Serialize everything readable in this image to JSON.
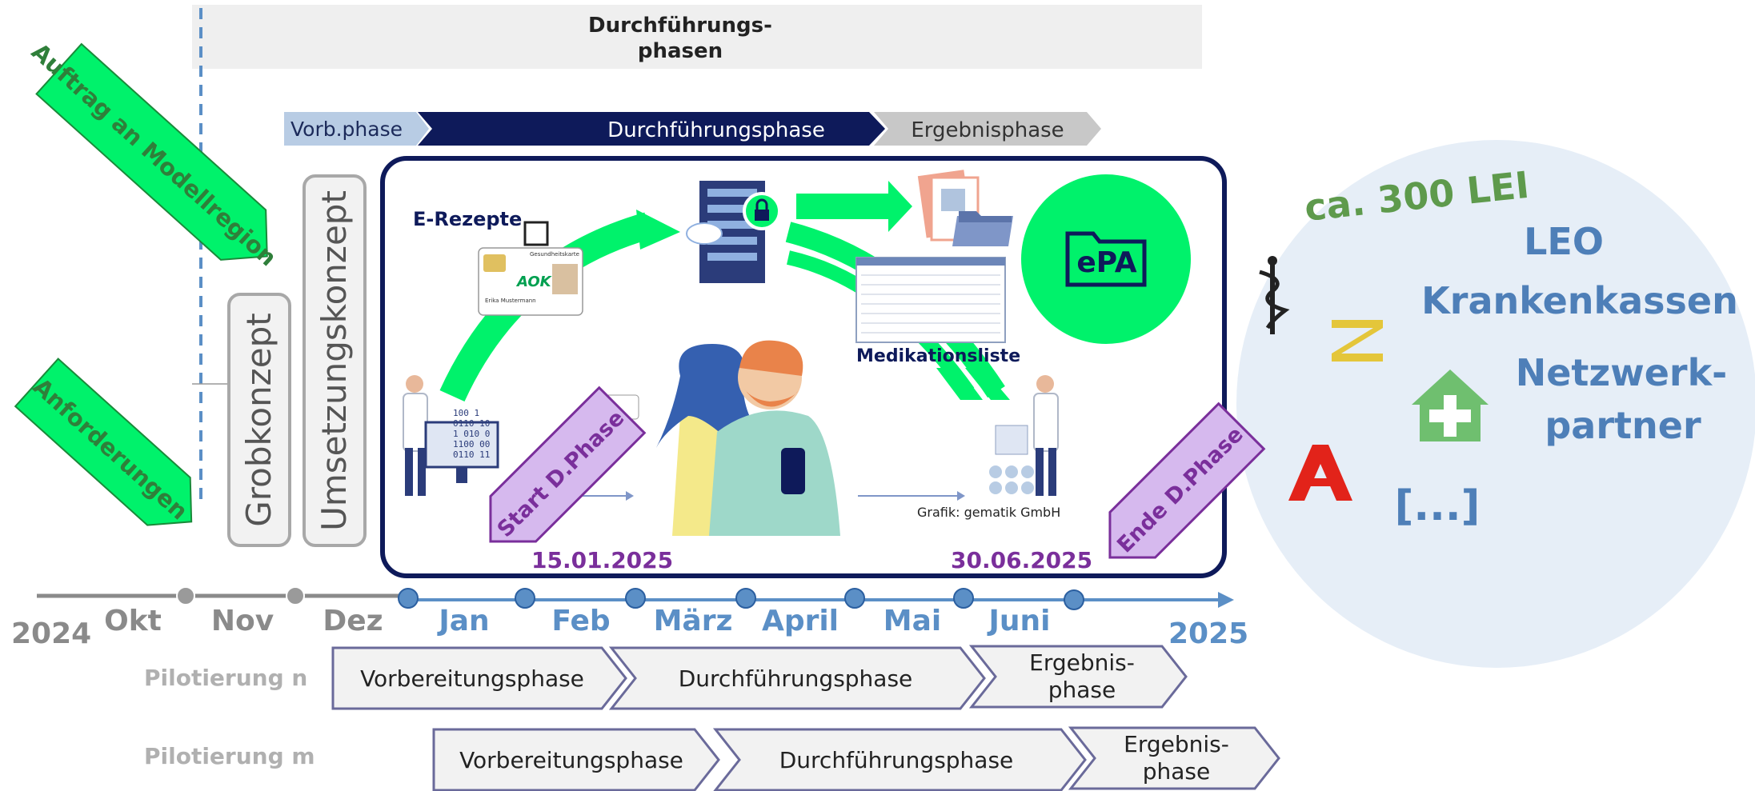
{
  "header": {
    "title_line1": "Durchführungs-",
    "title_line2": "phasen"
  },
  "top_phases": {
    "vorb": "Vorb.phase",
    "durch": "Durchführungsphase",
    "ergebnis": "Ergebnisphase"
  },
  "left_flags": {
    "auftrag": "Auftrag an Modellregion",
    "anforderungen": "Anforderungen"
  },
  "concept_boxes": {
    "grob": "Grobkonzept",
    "umsetzung": "Umsetzungskonzept"
  },
  "graphic": {
    "erezepte": "E-Rezepte",
    "medikationsliste": "Medikationsliste",
    "epa": "ePA",
    "credit": "Grafik: gematik GmbH",
    "card_brand": "AOK",
    "card_title": "Gesundheitskarte",
    "card_name": "Erika Mustermann",
    "binary": [
      "100 1",
      " 0110 10",
      "1 010  0",
      "1100 00",
      "0110  11"
    ]
  },
  "start_flag": {
    "label": "Start D.Phase",
    "date": "15.01.2025"
  },
  "end_flag": {
    "label": "Ende D.Phase",
    "date": "30.06.2025"
  },
  "timeline": {
    "year_left": "2024",
    "year_right": "2025",
    "months_grey": [
      "Okt",
      "Nov",
      "Dez"
    ],
    "months_blue": [
      "Jan",
      "Feb",
      "März",
      "April",
      "Mai",
      "Juni"
    ]
  },
  "pilot_rows": [
    {
      "label": "Pilotierung n",
      "phases": [
        "Vorbereitungsphase",
        "Durchführungsphase",
        "Ergebnis-\nphase"
      ]
    },
    {
      "label": "Pilotierung m",
      "phases": [
        "Vorbereitungsphase",
        "Durchführungsphase",
        "Ergebnis-\nphase"
      ]
    }
  ],
  "partners": {
    "lei": "ca. 300 LEI",
    "leo": "LEO",
    "kassen": "Krankenkassen",
    "netz1": "Netzwerk-",
    "netz2": "partner",
    "more": "[...]"
  },
  "colors": {
    "green": "#00f26b",
    "navy": "#0e1a5a",
    "blue": "#5b8fc6",
    "purple": "#7a2f9b",
    "lavender": "#d6b9ee",
    "grey": "#8a8a8a",
    "ellipse": "#e6eef7"
  }
}
